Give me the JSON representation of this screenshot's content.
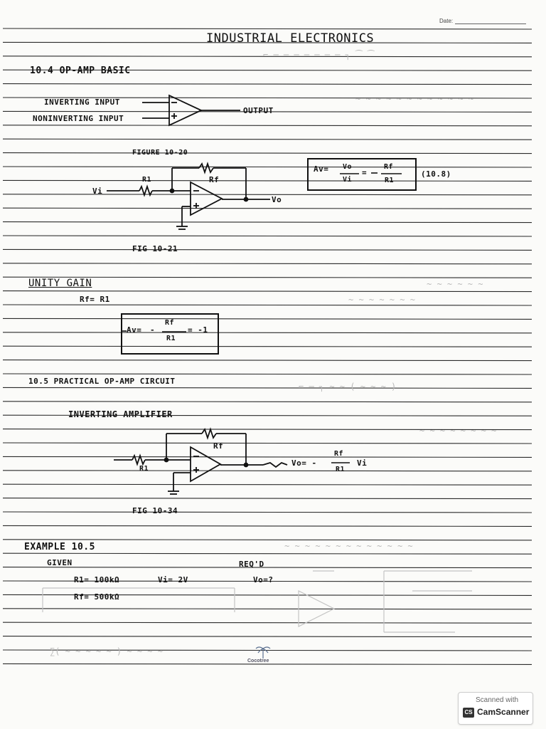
{
  "header": {
    "date_label": "Date:"
  },
  "title": "INDUSTRIAL ELECTRONICS",
  "section_1": {
    "heading": "10.4  OP-AMP BASIC",
    "inverting_input": "INVERTING INPUT",
    "noninverting_input": "NONINVERTING INPUT",
    "output": "OUTPUT",
    "figure_label": "FIGURE 10-20",
    "rf": "Rf",
    "r1": "R1",
    "vi": "Vi",
    "vo": "Vo",
    "formula_av": "Av=",
    "formula_vo": "Vo",
    "formula_vi": "Vi",
    "formula_eq": "=",
    "formula_minus": "-",
    "formula_rf": "Rf",
    "formula_r1": "R1",
    "equation_number": "(10.8)",
    "fig_caption": "FIG 10-21"
  },
  "section_2": {
    "heading": "UNITY GAIN",
    "condition": "Rf= R1",
    "formula_av": "Av=",
    "formula_minus": "-",
    "formula_num": "Rf",
    "formula_den": "R1",
    "formula_result": "= -1"
  },
  "section_3": {
    "heading": "10.5  PRACTICAL OP-AMP CIRCUIT",
    "subheading": "INVERTING AMPLIFIER",
    "rf": "Rf",
    "r1": "R1",
    "vo_formula_left": "Vo= -",
    "vo_formula_num": "Rf",
    "vo_formula_den": "R1",
    "vo_formula_vi": "Vi",
    "fig_caption": "FIG 10-34"
  },
  "section_4": {
    "heading": "EXAMPLE 10.5",
    "given_label": "GIVEN",
    "reqd_label": "REQ'D",
    "r1_value": "R1= 100kΩ",
    "vi_value": "Vi= 2V",
    "rf_value": "Rf= 500kΩ",
    "vo_question": "Vo=?"
  },
  "watermark": {
    "brand": "Cocotree"
  },
  "camscanner": {
    "line1": "Scanned with",
    "line2": "CamScanner",
    "logo": "CS"
  }
}
